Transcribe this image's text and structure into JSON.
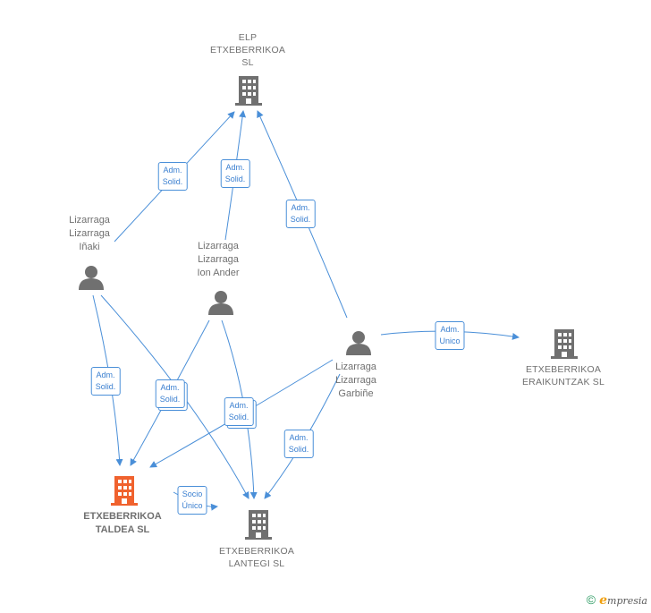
{
  "colors": {
    "edge": "#4a8fd8",
    "node_gray": "#707070",
    "focus_orange": "#f0622e",
    "footer_green": "#2b9a62",
    "footer_brand_accent": "#f0a010"
  },
  "nodes": {
    "elp": {
      "label_lines": [
        "ELP",
        "ETXEBERRIKOA",
        "SL"
      ],
      "kind": "company",
      "icon": "building-icon"
    },
    "inaki": {
      "label_lines": [
        "Lizarraga",
        "Lizarraga",
        "Iñaki"
      ],
      "kind": "person",
      "icon": "person-icon"
    },
    "ion_ander": {
      "label_lines": [
        "Lizarraga",
        "Lizarraga",
        "Ion Ander"
      ],
      "kind": "person",
      "icon": "person-icon"
    },
    "garbine": {
      "label_lines": [
        "Lizarraga",
        "Lizarraga",
        "Garbiñe"
      ],
      "kind": "person",
      "icon": "person-icon"
    },
    "eraikuntzak": {
      "label_lines": [
        "ETXEBERRIKOA",
        "ERAIKUNTZAK SL"
      ],
      "kind": "company",
      "icon": "building-icon"
    },
    "taldea": {
      "label_lines": [
        "ETXEBERRIKOA",
        "TALDEA  SL"
      ],
      "kind": "company-focus",
      "icon": "building-icon"
    },
    "lantegi": {
      "label_lines": [
        "ETXEBERRIKOA",
        "LANTEGI  SL"
      ],
      "kind": "company",
      "icon": "building-icon"
    }
  },
  "edge_labels": {
    "inaki_elp": [
      "Adm.",
      "Solid."
    ],
    "ion_elp": [
      "Adm.",
      "Solid."
    ],
    "garbine_elp": [
      "Adm.",
      "Solid."
    ],
    "garbine_eraikuntzak": [
      "Adm.",
      "Unico"
    ],
    "inaki_taldea": [
      "Adm.",
      "Solid."
    ],
    "inaki_ion_lantegi_taldea": [
      "Adm.",
      "Solid."
    ],
    "ion_garbine_lantegi": [
      "Adm.",
      "Solid."
    ],
    "garbine_lantegi": [
      "Adm.",
      "Solid."
    ],
    "taldea_lantegi": [
      "Socio",
      "Único"
    ]
  },
  "footer": {
    "copyright_symbol": "©",
    "brand_initial": "e",
    "brand_rest": "mpresia"
  }
}
